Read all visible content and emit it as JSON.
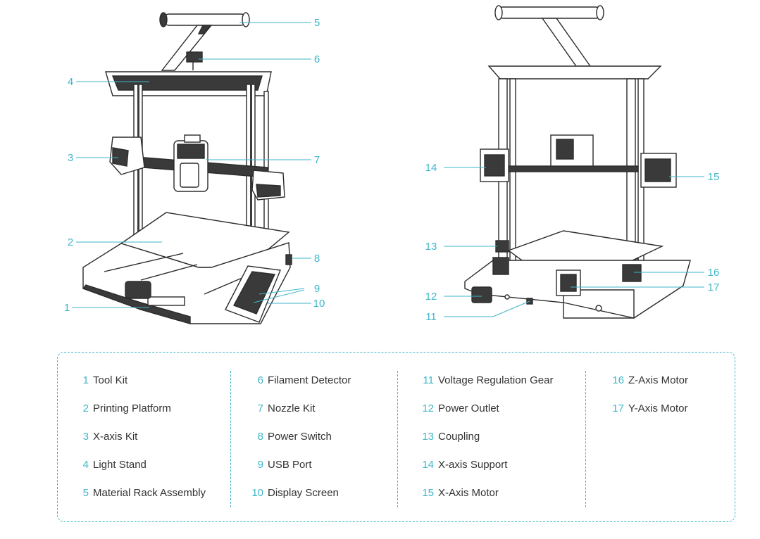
{
  "colors": {
    "accent": "#3fb6c9",
    "text": "#333333",
    "line": "#2b2b2b",
    "fill_dark": "#3a3a3a",
    "fill_light": "#ffffff"
  },
  "callouts_front": [
    "1",
    "2",
    "3",
    "4",
    "5",
    "6",
    "7",
    "8",
    "9",
    "10"
  ],
  "callouts_back": [
    "11",
    "12",
    "13",
    "14",
    "15",
    "16",
    "17"
  ],
  "legend": {
    "columns": [
      [
        {
          "num": "1",
          "label": "Tool Kit"
        },
        {
          "num": "2",
          "label": "Printing Platform"
        },
        {
          "num": "3",
          "label": "X-axis Kit"
        },
        {
          "num": "4",
          "label": "Light Stand"
        },
        {
          "num": "5",
          "label": "Material Rack Assembly"
        }
      ],
      [
        {
          "num": "6",
          "label": "Filament Detector"
        },
        {
          "num": "7",
          "label": "Nozzle Kit"
        },
        {
          "num": "8",
          "label": "Power Switch"
        },
        {
          "num": "9",
          "label": "USB Port"
        },
        {
          "num": "10",
          "label": "Display Screen"
        }
      ],
      [
        {
          "num": "11",
          "label": "Voltage Regulation Gear"
        },
        {
          "num": "12",
          "label": "Power Outlet"
        },
        {
          "num": "13",
          "label": "Coupling"
        },
        {
          "num": "14",
          "label": "X-axis Support"
        },
        {
          "num": "15",
          "label": "X-Axis Motor"
        }
      ],
      [
        {
          "num": "16",
          "label": "Z-Axis Motor"
        },
        {
          "num": "17",
          "label": "Y-Axis Motor"
        }
      ]
    ]
  }
}
